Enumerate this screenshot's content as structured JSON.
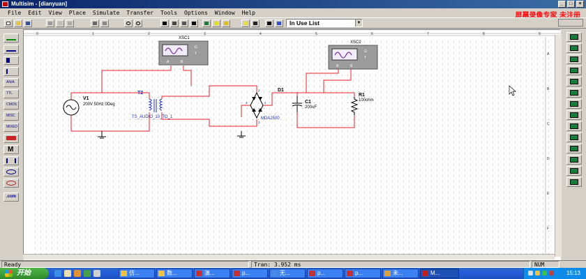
{
  "window": {
    "title": "Multisim - [dianyuan]",
    "buttons": [
      "_",
      "□",
      "×"
    ]
  },
  "menu": [
    "File",
    "Edit",
    "View",
    "Place",
    "Simulate",
    "Transfer",
    "Tools",
    "Options",
    "Window",
    "Help"
  ],
  "watermark": "屏幕录像专家 未注册",
  "toolbar": {
    "in_use_list": "In Use List"
  },
  "ruler": {
    "columns": [
      "0",
      "1",
      "2",
      "3",
      "4",
      "5",
      "6",
      "7",
      "8",
      "9"
    ],
    "rows": [
      "A",
      "B",
      "C",
      "D",
      "E",
      "F"
    ]
  },
  "left_toolbar": [
    "source-icon",
    "basic-icon",
    "diode-icon",
    "transistor-icon",
    "analog-icon",
    "ttl-icon",
    "cmos-icon",
    "misc-digital-icon",
    "mixed-icon",
    "indicator-icon",
    "misc-icon",
    "rf-icon",
    "electromech-icon",
    "ladder-icon",
    "com-icon"
  ],
  "left_labels": {
    "analog": "AN/A",
    "ttl": "TTL",
    "cmos": "CMOS",
    "misc": "MISC",
    "mixed": "MIXED",
    "misc_m": "M",
    "com": ".com"
  },
  "right_toolbar": [
    "multimeter-icon",
    "function-generator-icon",
    "wattmeter-icon",
    "oscilloscope-icon",
    "four-channel-scope-icon",
    "bode-plotter-icon",
    "frequency-counter-icon",
    "word-generator-icon",
    "logic-analyzer-icon",
    "logic-converter-icon",
    "iv-analyzer-icon",
    "distortion-analyzer-icon",
    "spectrum-analyzer-icon",
    "network-analyzer-icon"
  ],
  "schematic": {
    "xsc1": {
      "ref": "XSC1",
      "terminals": [
        "G",
        "T",
        "A",
        "B"
      ]
    },
    "xsc2": {
      "ref": "XSC2",
      "terminals": [
        "G",
        "T",
        "A",
        "B"
      ]
    },
    "source": {
      "ref": "V1",
      "value": "200V 50Hz 0Deg"
    },
    "transformer": {
      "ref": "T2",
      "value": "TS_AUDIO_10_TO_1"
    },
    "bridge": {
      "ref": "D1",
      "value": "MDA2500",
      "pins": [
        "1",
        "2",
        "3",
        "4"
      ]
    },
    "capacitor": {
      "ref": "C1",
      "value": "200uF"
    },
    "resistor": {
      "ref": "R1",
      "value": "100ohm"
    },
    "wire_color": "#e8202a"
  },
  "status": {
    "left": "Ready",
    "middle": "Tran: 3.952 ms",
    "right": "NUM"
  },
  "taskbar": {
    "start": "开始",
    "tasks": [
      "仿...",
      "数...",
      "演...",
      "p...",
      "无...",
      "p...",
      "p...",
      "未...",
      "M..."
    ],
    "clock": "15:13"
  }
}
